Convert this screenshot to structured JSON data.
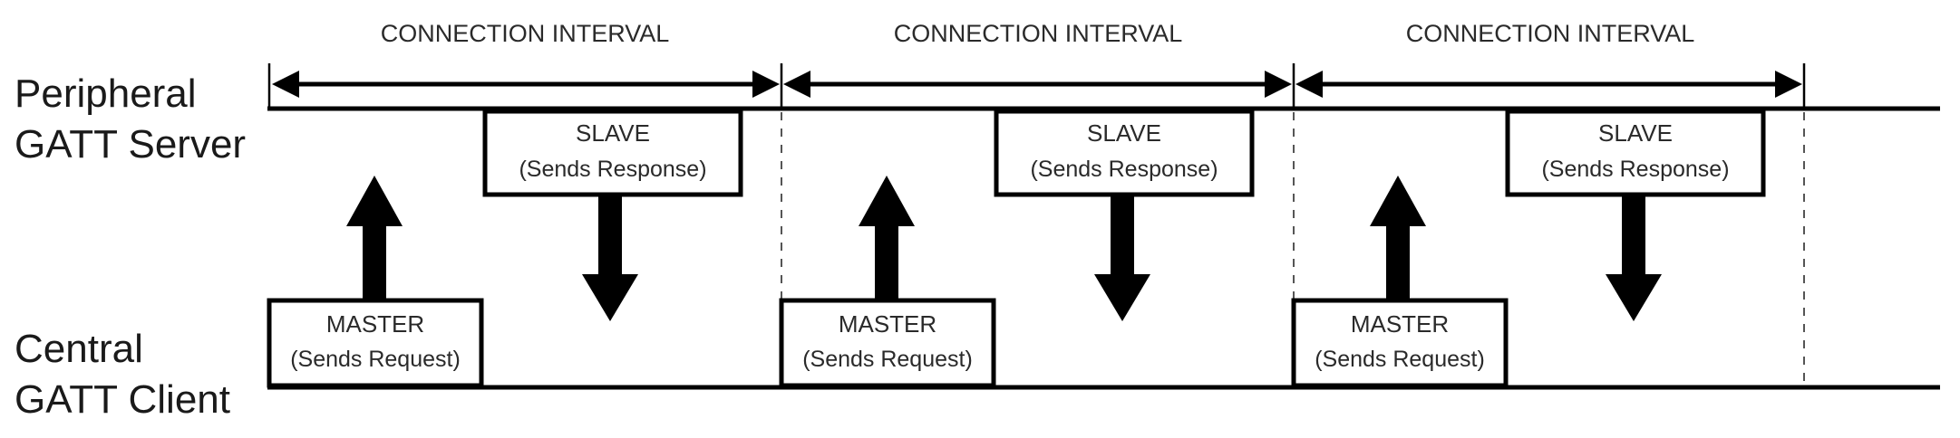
{
  "roles": {
    "peripheral_line1": "Peripheral",
    "peripheral_line2": "GATT Server",
    "central_line1": "Central",
    "central_line2": "GATT Client"
  },
  "interval_label": "CONNECTION INTERVAL",
  "intervals": [
    {
      "label": "CONNECTION INTERVAL",
      "slave": {
        "title": "SLAVE",
        "subtitle": "(Sends Response)"
      },
      "master": {
        "title": "MASTER",
        "subtitle": "(Sends Request)"
      }
    },
    {
      "label": "CONNECTION INTERVAL",
      "slave": {
        "title": "SLAVE",
        "subtitle": "(Sends Response)"
      },
      "master": {
        "title": "MASTER",
        "subtitle": "(Sends Request)"
      }
    },
    {
      "label": "CONNECTION INTERVAL",
      "slave": {
        "title": "SLAVE",
        "subtitle": "(Sends Response)"
      },
      "master": {
        "title": "MASTER",
        "subtitle": "(Sends Request)"
      }
    }
  ],
  "colors": {
    "line": "#000000",
    "text": "#2a2a2a",
    "background": "#ffffff"
  }
}
